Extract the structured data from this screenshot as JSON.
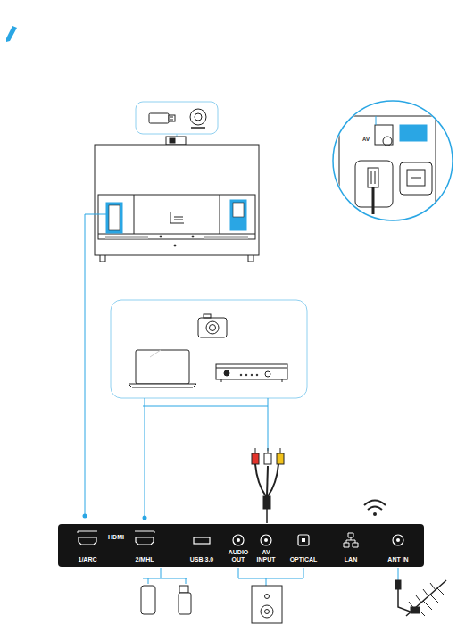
{
  "diagram": {
    "nodes": [
      {
        "text": [
          "HDMI",
          "1/ARC",
          "2/MHL",
          "USB 3.0",
          "AUDIO OUT",
          "AV INPUT",
          "OPTICAL",
          "LAN",
          "ANT IN"
        ]
      }
    ],
    "labels": [
      "AV"
    ]
  }
}
